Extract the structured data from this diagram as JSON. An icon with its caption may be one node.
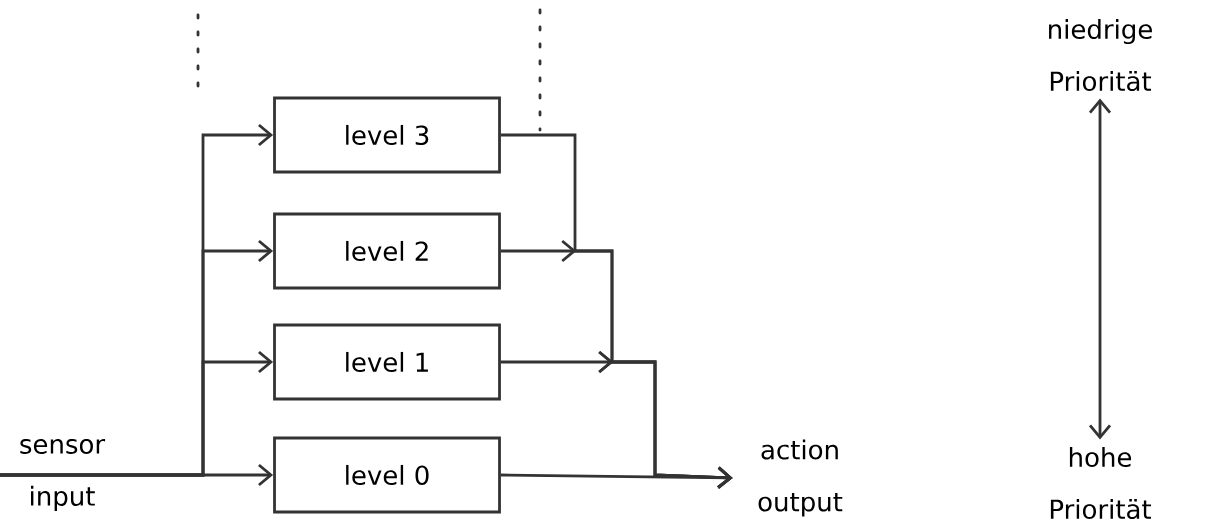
{
  "diagram": {
    "nodes": [
      {
        "text": [
          "sensor input"
        ]
      },
      {
        "text": [
          "level 3"
        ]
      },
      {
        "text": [
          "level 2"
        ]
      },
      {
        "text": [
          "level 1"
        ]
      },
      {
        "text": [
          "level 0"
        ]
      },
      {
        "text": [
          "action output"
        ]
      },
      {
        "text": [
          "niedrige Priorität"
        ]
      },
      {
        "text": [
          "hohe Priorität"
        ]
      }
    ],
    "edges": [
      {
        "from": 0,
        "to": 1,
        "arrow": "to"
      },
      {
        "from": 0,
        "to": 2,
        "arrow": "to"
      },
      {
        "from": 0,
        "to": 3,
        "arrow": "to"
      },
      {
        "from": 0,
        "to": 4,
        "arrow": "to"
      },
      {
        "from": 1,
        "to": 5,
        "arrow": "to"
      },
      {
        "from": 2,
        "to": 5,
        "arrow": "to"
      },
      {
        "from": 3,
        "to": 5,
        "arrow": "to"
      },
      {
        "from": 4,
        "to": 5,
        "arrow": "to"
      },
      {
        "from": 6,
        "to": 7,
        "arrow": "both"
      }
    ]
  }
}
